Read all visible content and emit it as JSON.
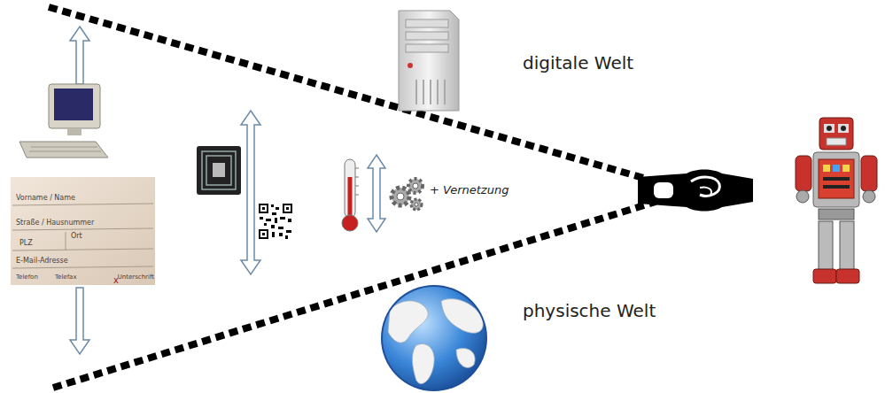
{
  "diagram": {
    "labels": [
      "digitale Welt",
      "physische Welt",
      "+ Vernetzung",
      "Vorname / Name",
      "Straße / Hausnummer",
      "PLZ",
      "Ort",
      "E-Mail-Adresse",
      "Telefon",
      "Telefax",
      "Unterschrift"
    ]
  }
}
